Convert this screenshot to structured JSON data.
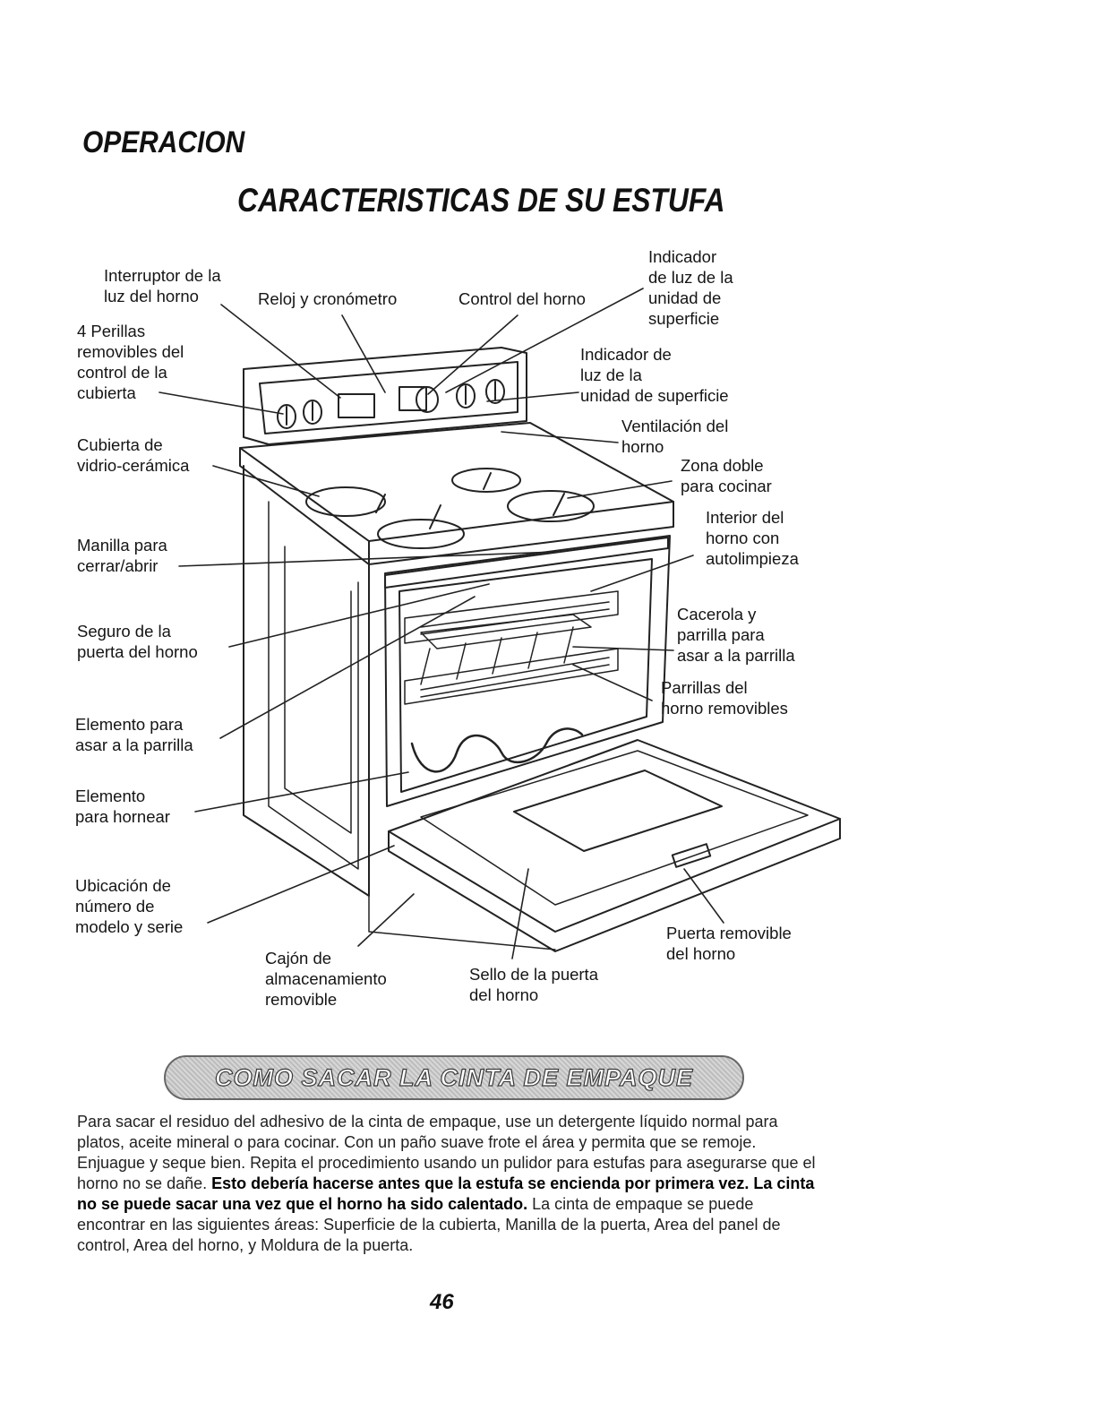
{
  "section_title": "OPERACION",
  "heading": "CARACTERISTICAS DE SU ESTUFA",
  "labels": {
    "interruptor": "Interruptor de la\nluz del horno",
    "reloj": "Reloj y cronómetro",
    "control_horno": "Control del horno",
    "indicador_top": "Indicador\nde luz de la\nunidad de\nsuperficie",
    "perillas": "4 Perillas\nremovibles del\ncontrol de la\ncubierta",
    "indicador_mid": "Indicador de\nluz de la\nunidad de superficie",
    "ventilacion": "Ventilación del\nhorno",
    "cubierta": "Cubierta de\nvidrio-cerámica",
    "zona_doble": "Zona doble\npara cocinar",
    "interior": "Interior del\nhorno con\nautolimpieza",
    "manilla": "Manilla para\ncerrar/abrir",
    "cacerola": "Cacerola y\nparrilla para\nasar a la parrilla",
    "seguro": "Seguro de la\npuerta del horno",
    "parrillas": "Parrillas del\nhorno removibles",
    "elemento_asar": "Elemento para\nasar a la parrilla",
    "elemento_hornear": "Elemento\npara hornear",
    "ubicacion": "Ubicación de\nnúmero de\nmodelo y serie",
    "puerta_removible": "Puerta removible\ndel horno",
    "cajon": "Cajón de\nalmacenamiento\nremovible",
    "sello": "Sello de la puerta\ndel horno"
  },
  "banner": "COMO SACAR LA CINTA DE EMPAQUE",
  "paragraph": {
    "part1": "Para sacar el residuo del adhesivo de la cinta de empaque, use un detergente líquido normal para platos, aceite mineral o para cocinar. Con un paño suave frote el área y permita que se remoje. Enjuague y seque bien. Repita el procedimiento usando un pulidor para estufas para asegurarse que el horno no se dañe. ",
    "bold": "Esto debería hacerse antes que la estufa se encienda por primera vez. La cinta no se puede sacar una vez que el horno ha sido calentado.",
    "part2": " La cinta de empaque se puede encontrar en las siguientes áreas: Superficie de la cubierta, Manilla de la puerta, Area del panel de control, Area del horno, y Moldura de la puerta."
  },
  "page_number": "46"
}
